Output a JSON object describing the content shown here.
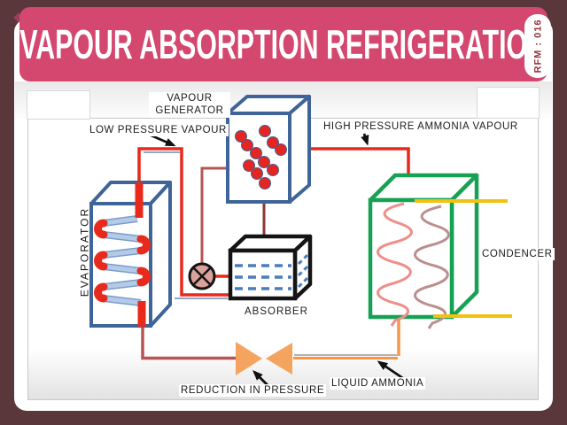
{
  "header": {
    "title": "VAPOUR ABSORPTION REFRIGERATION",
    "badge": "RFM : 016"
  },
  "diagram": {
    "labels": {
      "vapour_generator": "VAPOUR\nGENERATOR",
      "low_pressure_vapour": "LOW PRESSURE VAPOUR",
      "high_pressure_ammonia_vapour": "HIGH PRESSURE AMMONIA VAPOUR",
      "evaporator": "EVAPORATOR",
      "absorber": "ABSORBER",
      "condenser": "CONDENCER",
      "reduction_in_pressure": "REDUCTION IN PRESSURE",
      "liquid_ammonia": "LIQUID AMMONIA"
    },
    "icons": {
      "pump": "circle-cross-pump-icon",
      "expansion_valve": "bowtie-valve-icon"
    },
    "colors": {
      "page_background": "#5a373b",
      "banner_pink": "#d4476e",
      "badge_text_maroon": "#96333e",
      "pipe_bright_red": "#e8291c",
      "pipe_dull_red": "#b75454",
      "pipe_dark_maroon": "#8c3836",
      "pipe_orange": "#f79646",
      "water_line_yellow": "#f2c111",
      "box_blue": "#3f6497",
      "box_green": "#17a253",
      "box_black": "#141414",
      "coil_light_blue": "#b3cbe8",
      "absorber_dash_blue": "#4a7ebb",
      "condenser_wave_pink": "#ef8e8b",
      "condenser_wave_mauve": "#bb8f90",
      "pump_fill_pink": "#d9a29a",
      "valve_orange": "#f4a45f"
    }
  }
}
